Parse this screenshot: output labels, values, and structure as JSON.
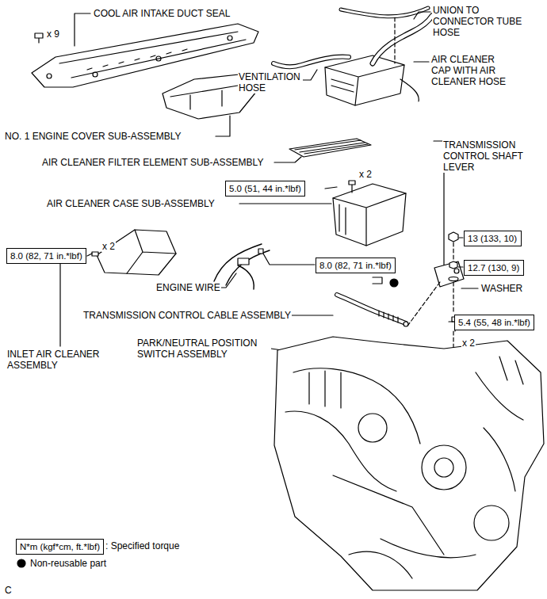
{
  "diagram": {
    "nodes": [
      {
        "text": [
          "5.0 (51, 44 in.*lbf)"
        ]
      },
      {
        "text": [
          "8.0 (82, 71 in.*lbf)"
        ]
      },
      {
        "text": [
          "8.0 (82, 71 in.*lbf)"
        ]
      },
      {
        "text": [
          "13 (133, 10)"
        ]
      },
      {
        "text": [
          "12.7 (130, 9)"
        ]
      },
      {
        "text": [
          "5.4 (55, 48 in.*lbf)"
        ]
      },
      {
        "text": [
          "N*m (kgf*cm, ft.*lbf)"
        ]
      }
    ],
    "labels": [
      "COOL AIR INTAKE DUCT SEAL",
      "x 9",
      "UNION TO CONNECTOR TUBE HOSE",
      "VENTILATION HOSE",
      "AIR CLEANER CAP WITH AIR CLEANER HOSE",
      "NO. 1 ENGINE COVER SUB-ASSEMBLY",
      "AIR CLEANER FILTER ELEMENT SUB-ASSEMBLY",
      "TRANSMISSION CONTROL SHAFT LEVER",
      "x 2",
      "AIR CLEANER CASE SUB-ASSEMBLY",
      "x 2",
      "ENGINE WIRE",
      "WASHER",
      "TRANSMISSION CONTROL CABLE ASSEMBLY",
      "x 2",
      "PARK/NEUTRAL POSITION SWITCH ASSEMBLY",
      "INLET AIR CLEANER ASSEMBLY",
      "C"
    ],
    "legend": [
      {
        "text": ": Specified torque"
      },
      {
        "text": "Non-reusable part"
      }
    ]
  }
}
